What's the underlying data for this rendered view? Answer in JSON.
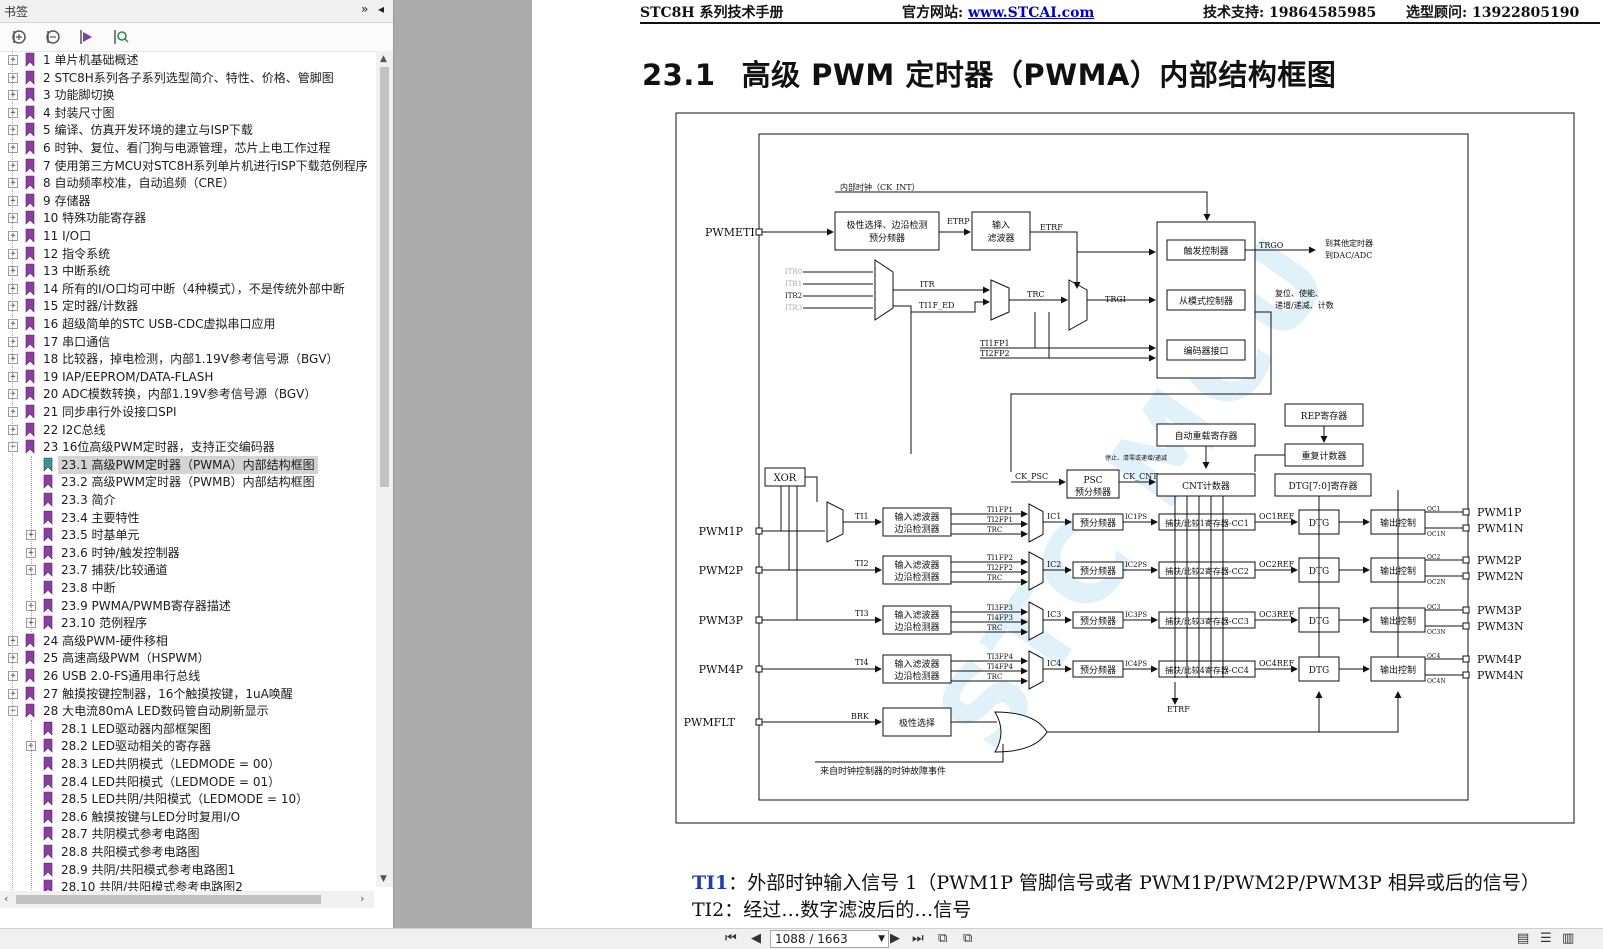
{
  "sidebar": {
    "title": "书签",
    "collapse_glyph": "»",
    "close_glyph": "◂",
    "toolbar_icons": [
      "expand-all-icon",
      "collapse-all-icon",
      "bookmark-goto-icon",
      "find-bookmark-icon"
    ],
    "items": [
      {
        "label": "1 单片机基础概述",
        "level": 0,
        "expand": "+"
      },
      {
        "label": "2  STC8H系列各子系列选型简介、特性、价格、管脚图",
        "level": 0,
        "expand": "+"
      },
      {
        "label": "3  功能脚切换",
        "level": 0,
        "expand": "+"
      },
      {
        "label": "4  封装尺寸图",
        "level": 0,
        "expand": "+"
      },
      {
        "label": "5  编译、仿真开发环境的建立与ISP下载",
        "level": 0,
        "expand": "+"
      },
      {
        "label": "6  时钟、复位、看门狗与电源管理，芯片上电工作过程",
        "level": 0,
        "expand": "+"
      },
      {
        "label": "7  使用第三方MCU对STC8H系列单片机进行ISP下载范例程序",
        "level": 0,
        "expand": "+"
      },
      {
        "label": "8  自动频率校准，自动追频（CRE）",
        "level": 0,
        "expand": "+"
      },
      {
        "label": "9  存储器",
        "level": 0,
        "expand": "+"
      },
      {
        "label": "10  特殊功能寄存器",
        "level": 0,
        "expand": "+"
      },
      {
        "label": "11  I/O口",
        "level": 0,
        "expand": "+"
      },
      {
        "label": "12  指令系统",
        "level": 0,
        "expand": "+"
      },
      {
        "label": "13  中断系统",
        "level": 0,
        "expand": "+"
      },
      {
        "label": "14  所有的I/O口均可中断（4种模式），不是传统外部中断",
        "level": 0,
        "expand": "+"
      },
      {
        "label": "15  定时器/计数器",
        "level": 0,
        "expand": "+"
      },
      {
        "label": "16  超级简单的STC USB-CDC虚拟串口应用",
        "level": 0,
        "expand": "+"
      },
      {
        "label": "17  串口通信",
        "level": 0,
        "expand": "+"
      },
      {
        "label": "18  比较器，掉电检测，内部1.19V参考信号源（BGV）",
        "level": 0,
        "expand": "+"
      },
      {
        "label": "19  IAP/EEPROM/DATA-FLASH",
        "level": 0,
        "expand": "+"
      },
      {
        "label": "20  ADC模数转换，内部1.19V参考信号源（BGV）",
        "level": 0,
        "expand": "+"
      },
      {
        "label": "21  同步串行外设接口SPI",
        "level": 0,
        "expand": "+"
      },
      {
        "label": "22  I2C总线",
        "level": 0,
        "expand": "+"
      },
      {
        "label": "23  16位高级PWM定时器，支持正交编码器",
        "level": 0,
        "expand": "−"
      },
      {
        "label": "23.1  高级PWM定时器（PWMA）内部结构框图",
        "level": 1,
        "expand": "",
        "selected": true
      },
      {
        "label": "23.2  高级PWM定时器（PWMB）内部结构框图",
        "level": 1,
        "expand": ""
      },
      {
        "label": "23.3  简介",
        "level": 1,
        "expand": ""
      },
      {
        "label": "23.4  主要特性",
        "level": 1,
        "expand": ""
      },
      {
        "label": "23.5  时基单元",
        "level": 1,
        "expand": "+"
      },
      {
        "label": "23.6 时钟/触发控制器",
        "level": 1,
        "expand": "+"
      },
      {
        "label": "23.7 捕获/比较通道",
        "level": 1,
        "expand": "+"
      },
      {
        "label": "23.8 中断",
        "level": 1,
        "expand": ""
      },
      {
        "label": "23.9  PWMA/PWMB寄存器描述",
        "level": 1,
        "expand": "+"
      },
      {
        "label": "23.10  范例程序",
        "level": 1,
        "expand": "+"
      },
      {
        "label": "24  高级PWM-硬件移相",
        "level": 0,
        "expand": "+"
      },
      {
        "label": "25  高速高级PWM（HSPWM）",
        "level": 0,
        "expand": "+"
      },
      {
        "label": "26  USB 2.0-FS通用串行总线",
        "level": 0,
        "expand": "+"
      },
      {
        "label": "27  触摸按键控制器，16个触摸按键，1uA唤醒",
        "level": 0,
        "expand": "+"
      },
      {
        "label": "28  大电流80mA  LED数码管自动刷新显示",
        "level": 0,
        "expand": "−"
      },
      {
        "label": "28.1 LED驱动器内部框架图",
        "level": 1,
        "expand": ""
      },
      {
        "label": "28.2  LED驱动相关的寄存器",
        "level": 1,
        "expand": "+"
      },
      {
        "label": "28.3  LED共阴模式（LEDMODE = 00）",
        "level": 1,
        "expand": ""
      },
      {
        "label": "28.4  LED共阳模式（LEDMODE = 01）",
        "level": 1,
        "expand": ""
      },
      {
        "label": "28.5  LED共阴/共阳模式（LEDMODE = 10）",
        "level": 1,
        "expand": ""
      },
      {
        "label": "28.6  触摸按键与LED分时复用I/O",
        "level": 1,
        "expand": ""
      },
      {
        "label": "28.7  共阴模式参考电路图",
        "level": 1,
        "expand": ""
      },
      {
        "label": "28.8 共阳模式参考电路图",
        "level": 1,
        "expand": ""
      },
      {
        "label": "28.9 共阴/共阳模式参考电路图1",
        "level": 1,
        "expand": ""
      },
      {
        "label": "28.10 共阴/共阳模式参考电路图2",
        "level": 1,
        "expand": ""
      }
    ]
  },
  "document": {
    "header_left": "STC8H 系列技术手册",
    "header_site_label": "官方网站:",
    "header_site_url": "www.STCAI.com",
    "header_support": "技术支持: 19864585985",
    "header_advisor": "选型顾问: 13922805190",
    "section_number": "23.1",
    "section_title": "高级 PWM 定时器（PWMA）内部结构框图",
    "ti1_term": "TI1",
    "ti1_text": "：外部时钟输入信号 1（PWM1P 管脚信号或者 PWM1P/PWM2P/PWM3P 相异或后的信号）",
    "ti2_text": "TI2：经过…数字滤波后的…信号",
    "watermark": "STC MCU"
  },
  "diagram": {
    "pins_left": [
      "PWMETI",
      "PWM1P",
      "PWM2P",
      "PWM3P",
      "PWM4P",
      "PWMFLT"
    ],
    "pins_right": [
      "PWM1P",
      "PWM1N",
      "PWM2P",
      "PWM2N",
      "PWM3P",
      "PWM3N",
      "PWM4P",
      "PWM4N"
    ],
    "ck_int": "内部时钟（CK_INT）",
    "polarity_block": [
      "极性选择、边沿检测",
      "预分频器"
    ],
    "input_filter": [
      "输入",
      "滤波器"
    ],
    "etrp": "ETRP",
    "etrf": "ETRF",
    "itr": [
      "ITR0",
      "ITR1",
      "ITR2",
      "ITR3"
    ],
    "itr_label": "ITR",
    "ti1f_ed": "TI1F_ED",
    "trc": "TRC",
    "trgi": "TRGI",
    "ti1fp1": "TI1FP1",
    "ti2fp2": "TI2FP2",
    "trigger_ctrl": "触发控制器",
    "slave_ctrl": "从模式控制器",
    "encoder_if": "编码器接口",
    "trgo": "TRGO",
    "trgo_dest": [
      "到其他定时器",
      "到DAC/ADC"
    ],
    "slave_note": [
      "复位、使能、",
      "递增/递减、计数"
    ],
    "rep_reg": "REP寄存器",
    "rep_counter": "重复计数器",
    "auto_reload": "自动重载寄存器",
    "stop_note": "停止、清零或递增/递减",
    "ck_psc": "CK_PSC",
    "psc": [
      "PSC",
      "预分频器"
    ],
    "ck_cnt": "CK_CNT",
    "cnt": "CNT计数器",
    "dtg_reg": "DTG[7:0]寄存器",
    "xor": "XOR",
    "ti": [
      "TI1",
      "TI2",
      "TI3",
      "TI4"
    ],
    "filter_edge": [
      "输入滤波器",
      "边沿检测器"
    ],
    "fp_labels": [
      [
        "TI1FP1",
        "TI2FP1",
        "TRC"
      ],
      [
        "TI1FP2",
        "TI2FP2",
        "TRC"
      ],
      [
        "TI3FP3",
        "TI4FP3",
        "TRC"
      ],
      [
        "TI3FP4",
        "TI4FP4",
        "TRC"
      ]
    ],
    "ic": [
      "IC1",
      "IC2",
      "IC3",
      "IC4"
    ],
    "prescaler": "预分频器",
    "icps": [
      "IC1PS",
      "IC2PS",
      "IC3PS",
      "IC4PS"
    ],
    "ccr": [
      "捕获/比较1寄存器-CC1",
      "捕获/比较2寄存器-CC2",
      "捕获/比较3寄存器-CC3",
      "捕获/比较4寄存器-CC4"
    ],
    "ocref": [
      "OC1REF",
      "OC2REF",
      "OC3REF",
      "OC4REF"
    ],
    "dtg": "DTG",
    "out_ctrl": "输出控制",
    "oc": [
      [
        "OC1",
        "OC1N"
      ],
      [
        "OC2",
        "OC2N"
      ],
      [
        "OC3",
        "OC3N"
      ],
      [
        "OC4",
        "OC4N"
      ]
    ],
    "etrf_bottom": "ETRF",
    "brk": "BRK",
    "polarity": "极性选择",
    "clock_fault": "来自时钟控制器的时钟故障事件"
  },
  "statusbar": {
    "page_display": "1088 / 1663"
  }
}
